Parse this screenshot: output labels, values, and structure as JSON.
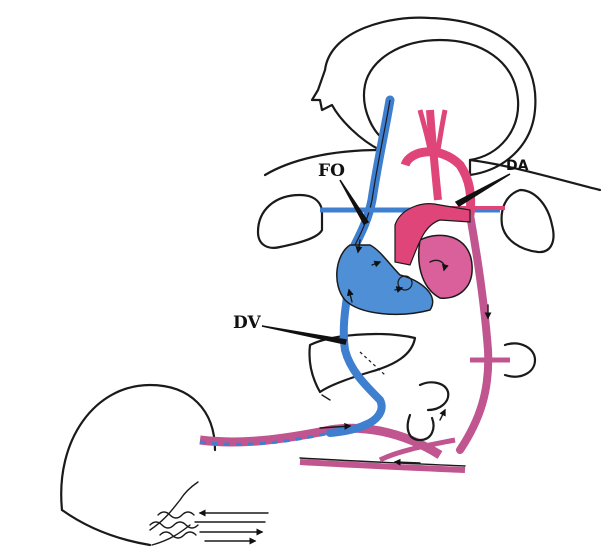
{
  "labels": {
    "fo": "FO",
    "da": "DA",
    "dv": "DV"
  },
  "colors": {
    "oxygenated": "#e0457a",
    "deoxygenated": "#3f7fd0",
    "mixed": "#c0558f",
    "heart_left": "#d9609a",
    "heart_right": "#4e8fd6",
    "outline": "#1a1a1a"
  },
  "icons": {
    "arrow": "flow-arrow-icon",
    "pointer": "label-pointer-icon"
  }
}
